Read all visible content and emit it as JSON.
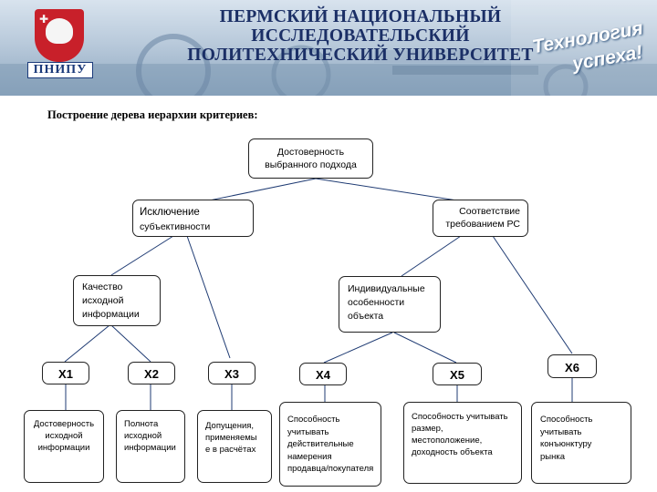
{
  "header": {
    "logo_text": "ПНИПУ",
    "university_line1": "ПЕРМСКИЙ НАЦИОНАЛЬНЫЙ ИССЛЕДОВАТЕЛЬСКИЙ",
    "university_line2": "ПОЛИТЕХНИЧЕСКИЙ УНИВЕРСИТЕТ",
    "slogan_line1": "Технология",
    "slogan_line2": "успеха!"
  },
  "subtitle": "Построение дерева иерархии критериев:",
  "tree": {
    "root": {
      "line1": "Достоверность",
      "line2": "выбранного подхода"
    },
    "exclusion": {
      "line1": "Исключение",
      "line2": "субъективности"
    },
    "compliance": {
      "line1": "Соответствие",
      "line2": "требованием РС"
    },
    "quality": {
      "line1": "Качество",
      "line2": "исходной",
      "line3": "информации"
    },
    "individual": {
      "line1": "Индивидуальные",
      "line2": "особенности",
      "line3": "объекта"
    },
    "criteria": [
      {
        "label": "X1",
        "desc": [
          "Достоверность",
          "исходной",
          "информации"
        ]
      },
      {
        "label": "X2",
        "desc": [
          "Полнота",
          "исходной",
          "информации"
        ]
      },
      {
        "label": "X3",
        "desc": [
          "Допущения,",
          "применяемы",
          "е в расчётах"
        ]
      },
      {
        "label": "X4",
        "desc": [
          "Способность",
          "учитывать",
          "действительные",
          "намерения",
          "продавца/покупателя"
        ]
      },
      {
        "label": "X5",
        "desc": [
          "Способность учитывать",
          "размер,",
          "местоположение,",
          "доходность объекта"
        ]
      },
      {
        "label": "X6",
        "desc": [
          "Способность",
          "учитывать",
          "конъюнктуру",
          "рынка"
        ]
      }
    ]
  }
}
